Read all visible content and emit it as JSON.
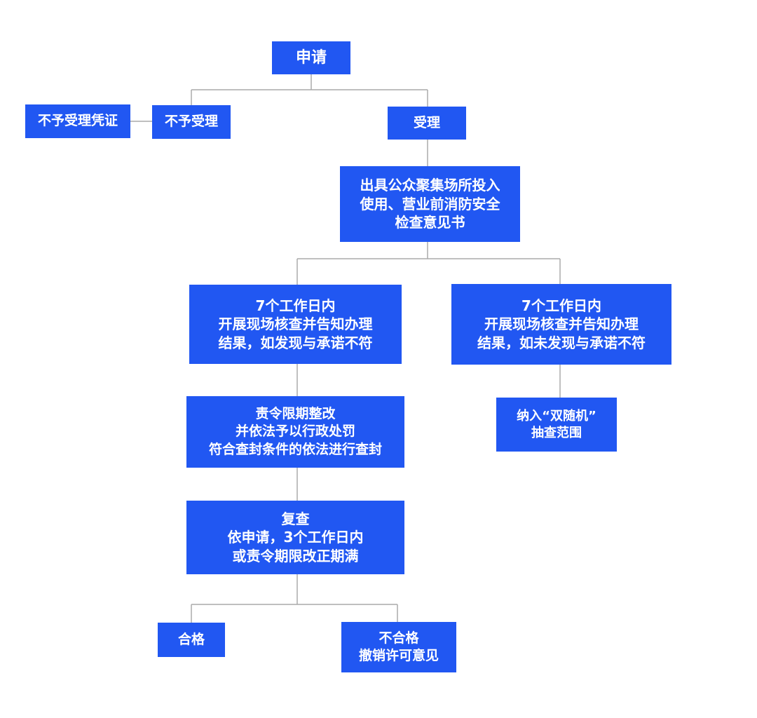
{
  "nodes": {
    "apply": "申请",
    "reject_certificate": "不予受理凭证",
    "reject": "不予受理",
    "accept": "受理",
    "issue_opinion": "出具公众聚集场所投入\n使用、营业前消防安全\n检查意见书",
    "check_inconsistent": "7个工作日内\n开展现场核查并告知办理\n结果，如发现与承诺不符",
    "check_consistent": "7个工作日内\n开展现场核查并告知办理\n结果，如未发现与承诺不符",
    "rectify": "责令限期整改\n并依法予以行政处罚\n符合查封条件的依法进行查封",
    "random_check": "纳入“双随机”\n抽查范围",
    "recheck": "复查\n依申请，3个工作日内\n或责令期限改正期满",
    "qualified": "合格",
    "unqualified": "不合格\n撤销许可意见"
  },
  "colors": {
    "node_fill": "#2157f2",
    "node_text": "#ffffff",
    "connector": "#aaaaaa",
    "background": "#ffffff"
  }
}
